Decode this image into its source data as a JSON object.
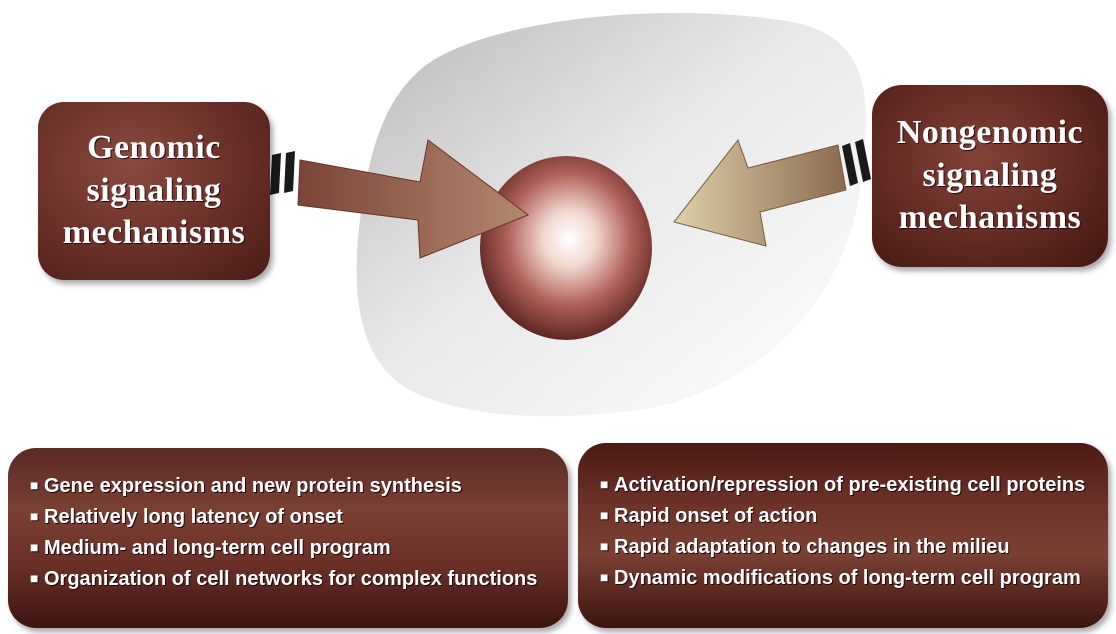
{
  "left_label": {
    "lines": [
      "Genomic",
      "signaling",
      "mechanisms"
    ]
  },
  "right_label": {
    "lines": [
      "Nongenomic",
      "signaling",
      "mechanisms"
    ]
  },
  "left_list": {
    "items": [
      "Gene expression and new protein synthesis",
      "Relatively long latency of onset",
      "Medium- and long-term cell program",
      "Organization of cell networks for complex functions"
    ]
  },
  "right_list": {
    "items": [
      "Activation/repression of pre-existing cell proteins",
      "Rapid onset of action",
      "Rapid adaptation to changes in the milieu",
      "Dynamic modifications of long-term cell program"
    ]
  },
  "colors": {
    "box_dark_red": "#5a2a24",
    "left_arrow": "#a07058",
    "right_arrow": "#c8b890",
    "sphere_outer": "#5a2220",
    "cell_gray": "#d8d8d8"
  }
}
